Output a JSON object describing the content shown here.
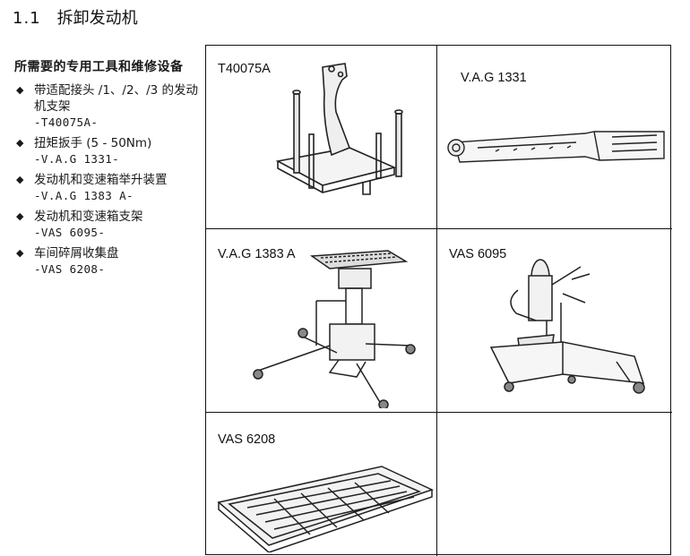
{
  "section": {
    "number": "1.1",
    "title": "拆卸发动机"
  },
  "tools_heading": "所需要的专用工具和维修设备",
  "tools": [
    {
      "bullet": "◆",
      "desc": "带适配接头 /1、/2、/3 的发动机支架",
      "code": "-T40075A-"
    },
    {
      "bullet": "◆",
      "desc": "扭矩扳手 (5 - 50Nm)",
      "code": "-V.A.G 1331-"
    },
    {
      "bullet": "◆",
      "desc": "发动机和变速箱举升装置",
      "code": "-V.A.G 1383 A-"
    },
    {
      "bullet": "◆",
      "desc": "发动机和变速箱支架",
      "code": "-VAS 6095-"
    },
    {
      "bullet": "◆",
      "desc": "车间碎屑收集盘",
      "code": "-VAS 6208-"
    }
  ],
  "figures": [
    {
      "label": "T40075A",
      "icon": "engine-support-frame-icon"
    },
    {
      "label": "V.A.G 1331",
      "icon": "torque-wrench-icon"
    },
    {
      "label": "V.A.G 1383 A",
      "icon": "lift-jack-icon"
    },
    {
      "label": "VAS 6095",
      "icon": "engine-stand-icon"
    },
    {
      "label": "VAS 6208",
      "icon": "drip-tray-icon"
    },
    {
      "label": "",
      "icon": ""
    }
  ]
}
